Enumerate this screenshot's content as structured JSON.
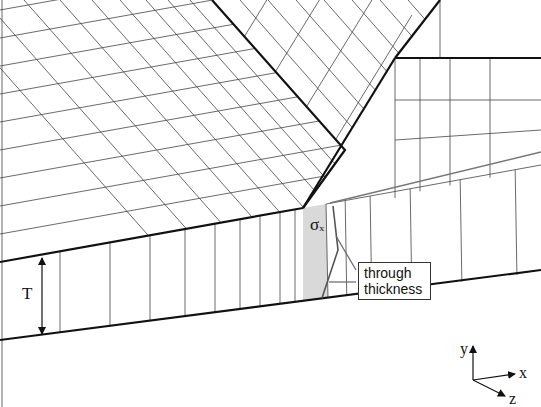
{
  "diagram": {
    "nodes": [
      {
        "text": [
          "through thickness"
        ]
      }
    ],
    "labels": [
      "σₓ",
      "T",
      "y",
      "x",
      "z"
    ]
  }
}
